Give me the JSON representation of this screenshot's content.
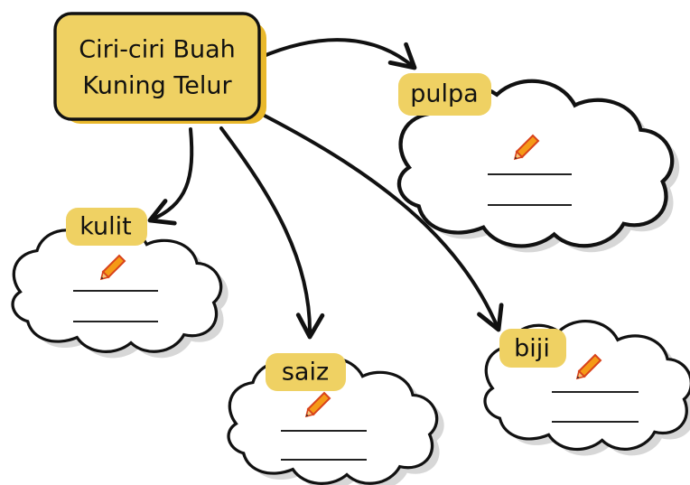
{
  "main_topic": {
    "line1": "Ciri-ciri Buah",
    "line2": "Kuning Telur"
  },
  "branches": [
    {
      "id": "pulpa",
      "label": "pulpa"
    },
    {
      "id": "kulit",
      "label": "kulit"
    },
    {
      "id": "saiz",
      "label": "saiz"
    },
    {
      "id": "biji",
      "label": "biji"
    }
  ],
  "blank_line_text": "______",
  "icons": {
    "answer_icon": "pencil-icon"
  },
  "colors": {
    "label_fill": "#efd163",
    "main_box_fill": "#efd163",
    "main_box_shadow": "#e9b82b",
    "cloud_shadow": "#d7d7d7",
    "outline": "#111111",
    "pencil_body": "#f59a17",
    "pencil_outline": "#d8421b",
    "pencil_tip": "#f3c77b"
  }
}
